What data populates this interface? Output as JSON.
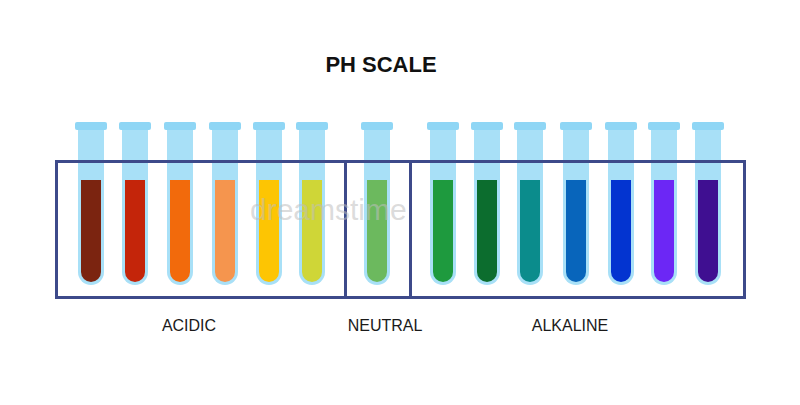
{
  "diagram": {
    "title": "PH SCALE",
    "nodes": [
      {
        "text": [
          "ACIDIC"
        ]
      },
      {
        "text": [
          "NEUTRAL"
        ]
      },
      {
        "text": [
          "ALKALINE"
        ]
      }
    ],
    "labels": [
      "dreamstime"
    ]
  }
}
